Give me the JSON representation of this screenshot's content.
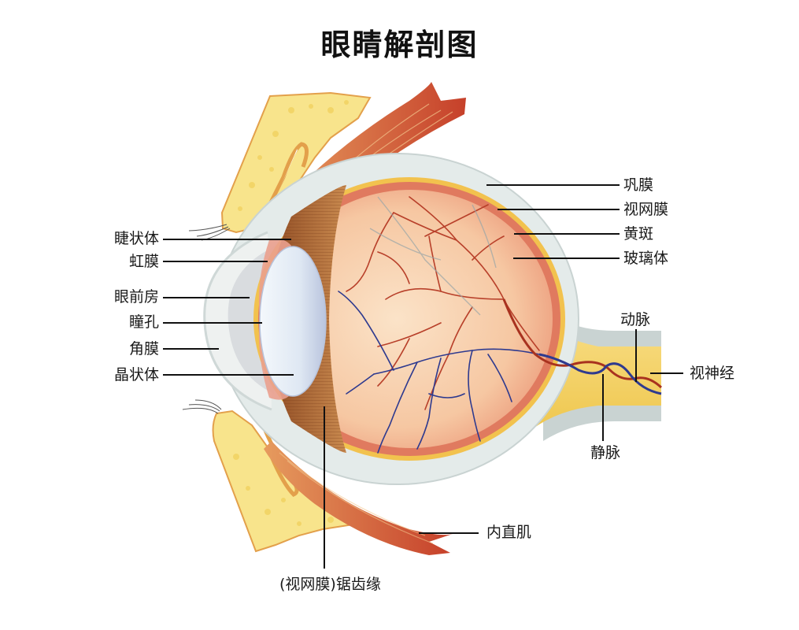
{
  "title": "眼睛解剖图",
  "colors": {
    "sclera": "#e4ebea",
    "sclera_edge": "#c9d3d2",
    "choroid_yellow": "#f2c24e",
    "retina_red": "#e07a5f",
    "vitreous": "#f6c9a8",
    "vitreous_light": "#fbe0c4",
    "ciliary_brown": "#a8622f",
    "lens": "#dfe9f4",
    "iris_pink": "#eaa08e",
    "muscle_red": "#c9472b",
    "fat_yellow": "#f8e48c",
    "optic_nerve": "#f5d46a",
    "artery": "#a8321f",
    "vein": "#2e3a8f"
  },
  "labels": {
    "left": [
      {
        "id": "ciliary-body",
        "text": "睫状体"
      },
      {
        "id": "iris",
        "text": "虹膜"
      },
      {
        "id": "anterior-chamber",
        "text": "眼前房"
      },
      {
        "id": "pupil",
        "text": "瞳孔"
      },
      {
        "id": "cornea",
        "text": "角膜"
      },
      {
        "id": "lens",
        "text": "晶状体"
      }
    ],
    "right": [
      {
        "id": "sclera",
        "text": "巩膜"
      },
      {
        "id": "retina",
        "text": "视网膜"
      },
      {
        "id": "macula",
        "text": "黄斑"
      },
      {
        "id": "vitreous-body",
        "text": "玻璃体"
      }
    ],
    "artery": "动脉",
    "vein": "静脉",
    "optic_nerve": "视神经",
    "medial_rectus": "内直肌",
    "ora_serrata": "(视网膜)锯齿缘"
  }
}
